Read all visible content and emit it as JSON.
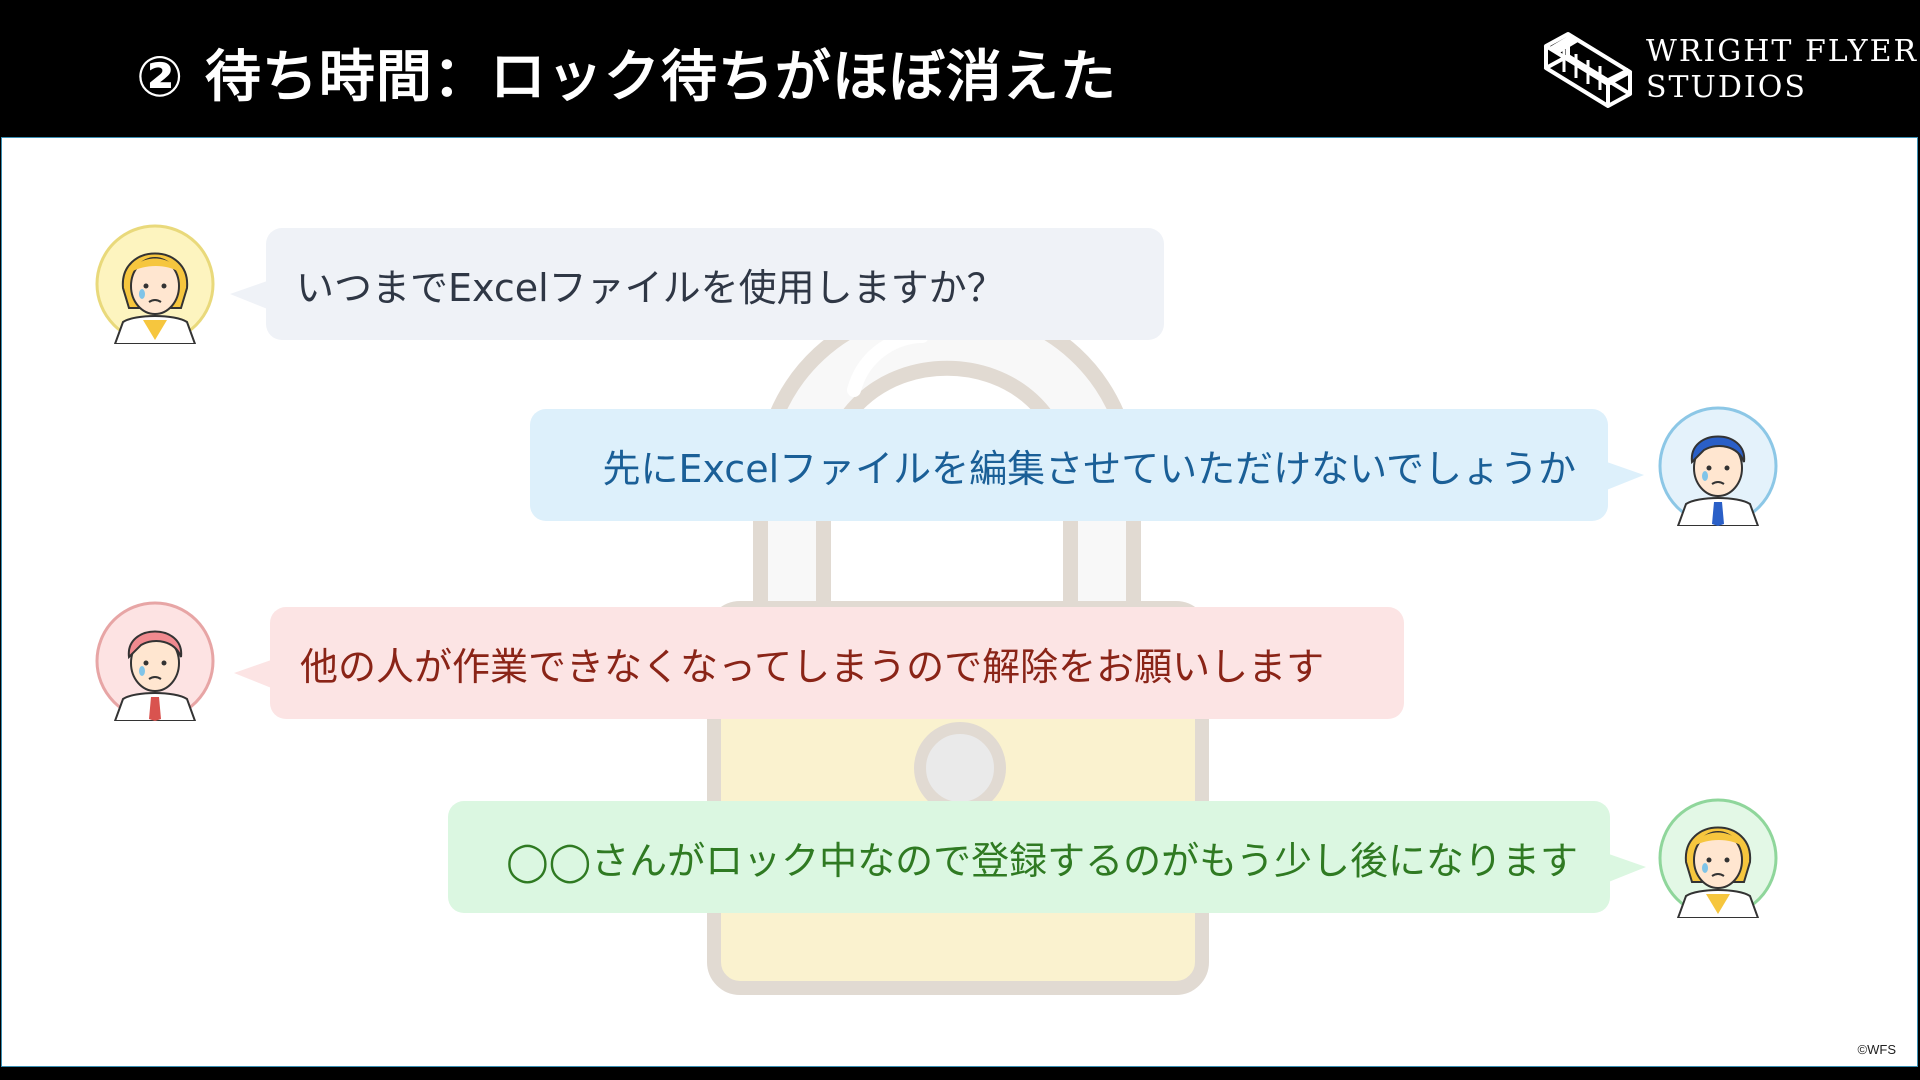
{
  "slide": {
    "title": "② 待ち時間：ロック待ちがほぼ消えた",
    "copyright": "©WFS"
  },
  "logo": {
    "line1": "WRIGHT FLYER",
    "line2": "STUDIOS",
    "icon": "biplane-icon"
  },
  "background_icon": "padlock-icon",
  "chat": [
    {
      "speaker": "woman-yellow",
      "side": "left",
      "text": "いつまでExcelファイルを使用しますか？",
      "bubble_color": "#eff2f7",
      "text_color": "#2f3745"
    },
    {
      "speaker": "man-blue",
      "side": "right",
      "text": "先にExcelファイルを編集させていただけないでしょうか",
      "bubble_color": "#ddf0fb",
      "text_color": "#1a5f97"
    },
    {
      "speaker": "man-pink",
      "side": "left",
      "text": "他の人が作業できなくなってしまうので解除をお願いします",
      "bubble_color": "#fce4e4",
      "text_color": "#8a2417"
    },
    {
      "speaker": "woman-green",
      "side": "right",
      "text": "◯◯さんがロック中なので登録するのがもう少し後になります",
      "bubble_color": "#dbf7e1",
      "text_color": "#2f7a22"
    }
  ]
}
